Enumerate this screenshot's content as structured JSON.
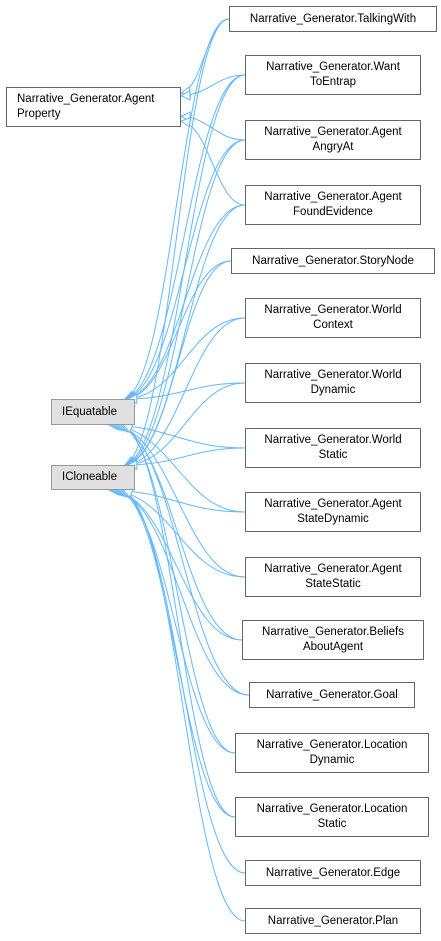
{
  "nodes": {
    "agent_property": [
      "Narrative_Generator.Agent",
      "Property"
    ],
    "iequatable": [
      "IEquatable"
    ],
    "icloneable": [
      "ICloneable"
    ],
    "talking_with": [
      "Narrative_Generator.TalkingWith"
    ],
    "want_to_entrap": [
      "Narrative_Generator.Want",
      "ToEntrap"
    ],
    "agent_angry_at": [
      "Narrative_Generator.Agent",
      "AngryAt"
    ],
    "agent_found_evidence": [
      "Narrative_Generator.Agent",
      "FoundEvidence"
    ],
    "story_node": [
      "Narrative_Generator.StoryNode"
    ],
    "world_context": [
      "Narrative_Generator.World",
      "Context"
    ],
    "world_dynamic": [
      "Narrative_Generator.World",
      "Dynamic"
    ],
    "world_static": [
      "Narrative_Generator.World",
      "Static"
    ],
    "agent_state_dynamic": [
      "Narrative_Generator.Agent",
      "StateDynamic"
    ],
    "agent_state_static": [
      "Narrative_Generator.Agent",
      "StateStatic"
    ],
    "beliefs_about_agent": [
      "Narrative_Generator.Beliefs",
      "AboutAgent"
    ],
    "goal": [
      "Narrative_Generator.Goal"
    ],
    "location_dynamic": [
      "Narrative_Generator.Location",
      "Dynamic"
    ],
    "location_static": [
      "Narrative_Generator.Location",
      "Static"
    ],
    "edge": [
      "Narrative_Generator.Edge"
    ],
    "plan": [
      "Narrative_Generator.Plan"
    ]
  },
  "edges": [
    {
      "from": "talking_with",
      "to": "agent_property"
    },
    {
      "from": "want_to_entrap",
      "to": "agent_property"
    },
    {
      "from": "agent_angry_at",
      "to": "agent_property"
    },
    {
      "from": "agent_found_evidence",
      "to": "agent_property"
    },
    {
      "from": "talking_with",
      "to": "iequatable"
    },
    {
      "from": "want_to_entrap",
      "to": "iequatable"
    },
    {
      "from": "agent_angry_at",
      "to": "iequatable"
    },
    {
      "from": "agent_found_evidence",
      "to": "iequatable"
    },
    {
      "from": "story_node",
      "to": "iequatable"
    },
    {
      "from": "world_context",
      "to": "iequatable"
    },
    {
      "from": "world_dynamic",
      "to": "iequatable"
    },
    {
      "from": "world_static",
      "to": "iequatable"
    },
    {
      "from": "agent_state_dynamic",
      "to": "iequatable"
    },
    {
      "from": "agent_state_static",
      "to": "iequatable"
    },
    {
      "from": "beliefs_about_agent",
      "to": "iequatable"
    },
    {
      "from": "goal",
      "to": "iequatable"
    },
    {
      "from": "location_dynamic",
      "to": "iequatable"
    },
    {
      "from": "location_static",
      "to": "iequatable"
    },
    {
      "from": "talking_with",
      "to": "icloneable"
    },
    {
      "from": "want_to_entrap",
      "to": "icloneable"
    },
    {
      "from": "agent_angry_at",
      "to": "icloneable"
    },
    {
      "from": "agent_found_evidence",
      "to": "icloneable"
    },
    {
      "from": "story_node",
      "to": "icloneable"
    },
    {
      "from": "world_context",
      "to": "icloneable"
    },
    {
      "from": "world_dynamic",
      "to": "icloneable"
    },
    {
      "from": "world_static",
      "to": "icloneable"
    },
    {
      "from": "agent_state_dynamic",
      "to": "icloneable"
    },
    {
      "from": "agent_state_static",
      "to": "icloneable"
    },
    {
      "from": "beliefs_about_agent",
      "to": "icloneable"
    },
    {
      "from": "goal",
      "to": "icloneable"
    },
    {
      "from": "location_dynamic",
      "to": "icloneable"
    },
    {
      "from": "location_static",
      "to": "icloneable"
    },
    {
      "from": "edge",
      "to": "icloneable"
    },
    {
      "from": "plan",
      "to": "icloneable"
    }
  ],
  "colors": {
    "edge": "#63b8ff",
    "node_border": "#666666",
    "base_fill": "#e0e0e0"
  }
}
